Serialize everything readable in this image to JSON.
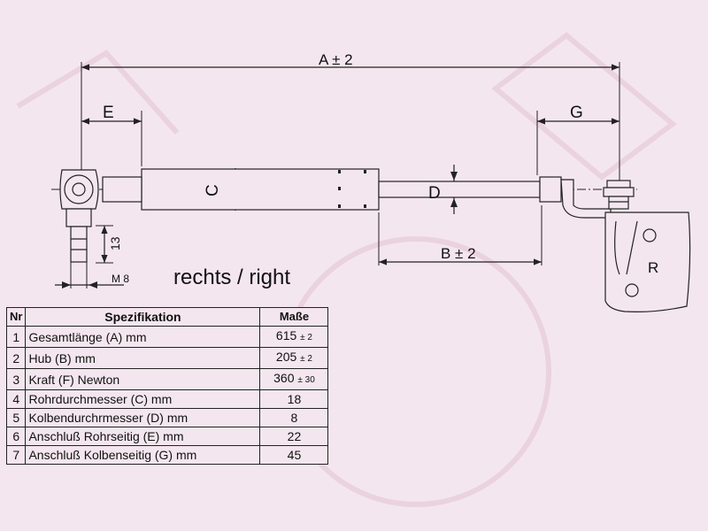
{
  "dimension_labels": {
    "A": "A ± 2",
    "B": "B ± 2",
    "C": "C",
    "D": "D",
    "E": "E",
    "G": "G",
    "thread_length": "13",
    "thread": "M 8",
    "bracket": "R"
  },
  "caption": "rechts / right",
  "table": {
    "headers": {
      "nr": "Nr",
      "spec": "Spezifikation",
      "value": "Maße"
    },
    "rows": [
      {
        "nr": "1",
        "spec": "Gesamtlänge (A) mm",
        "value": "615",
        "tol": "± 2"
      },
      {
        "nr": "2",
        "spec": "Hub (B)  mm",
        "value": "205",
        "tol": "± 2"
      },
      {
        "nr": "3",
        "spec": "Kraft (F) Newton",
        "value": "360",
        "tol": "± 30"
      },
      {
        "nr": "4",
        "spec": "Rohrdurchmesser (C) mm",
        "value": "18",
        "tol": ""
      },
      {
        "nr": "5",
        "spec": "Kolbendurchrmesser (D) mm",
        "value": "8",
        "tol": ""
      },
      {
        "nr": "6",
        "spec": "Anschluß Rohrseitig (E) mm",
        "value": "22",
        "tol": ""
      },
      {
        "nr": "7",
        "spec": "Anschluß Kolbenseitig (G) mm",
        "value": "45",
        "tol": ""
      }
    ]
  },
  "colors": {
    "background": "#f4e6ee",
    "line": "#222222",
    "part_fill": "#f4e6ee"
  }
}
